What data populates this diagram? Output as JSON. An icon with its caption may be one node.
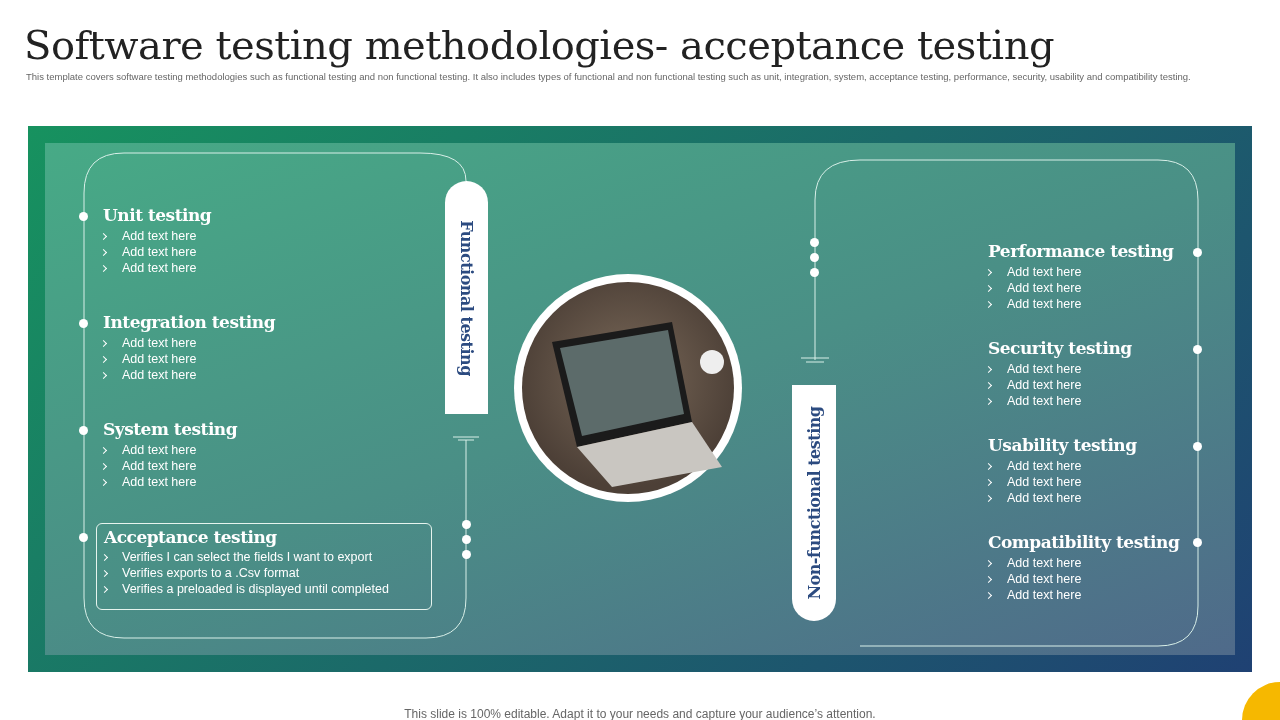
{
  "diagram": {
    "title": "Software testing methodologies- acceptance testing",
    "nodes": [
      {
        "text": [
          "Functional testing"
        ]
      },
      {
        "text": [
          "Acceptance testing",
          "Verifies I can select the fields I want to export",
          "Verifies exports to a .Csv format",
          "Verifies a preloaded is displayed until completed"
        ]
      },
      {
        "text": [],
        "shape": "picture"
      },
      {
        "text": [
          "Non-functional testing"
        ]
      }
    ],
    "labels": [
      "This template covers software testing methodologies such as functional testing and non functional testing.  It also includes types of functional  and non functional testing such as unit, integration, system, acceptance testing, performance, security, usability and compatibility testing.",
      "Unit testing",
      "Add text here",
      "Add text here",
      "Add text here",
      "Integration testing",
      "Add text here",
      "Add text here",
      "Add text here",
      "System testing",
      "Add text here",
      "Add text here",
      "Add text here",
      "Performance testing",
      "Add text here",
      "Add text here",
      "Add text here",
      "Security testing",
      "Add text here",
      "Add text here",
      "Add text here",
      "Usability testing",
      "Add text here",
      "Add text here",
      "Add text here",
      "Compatibility testing",
      "Add text here",
      "Add text here",
      "Add text here",
      "This slide is 100% editable. Adapt it to your needs and capture your audience’s attention."
    ]
  }
}
